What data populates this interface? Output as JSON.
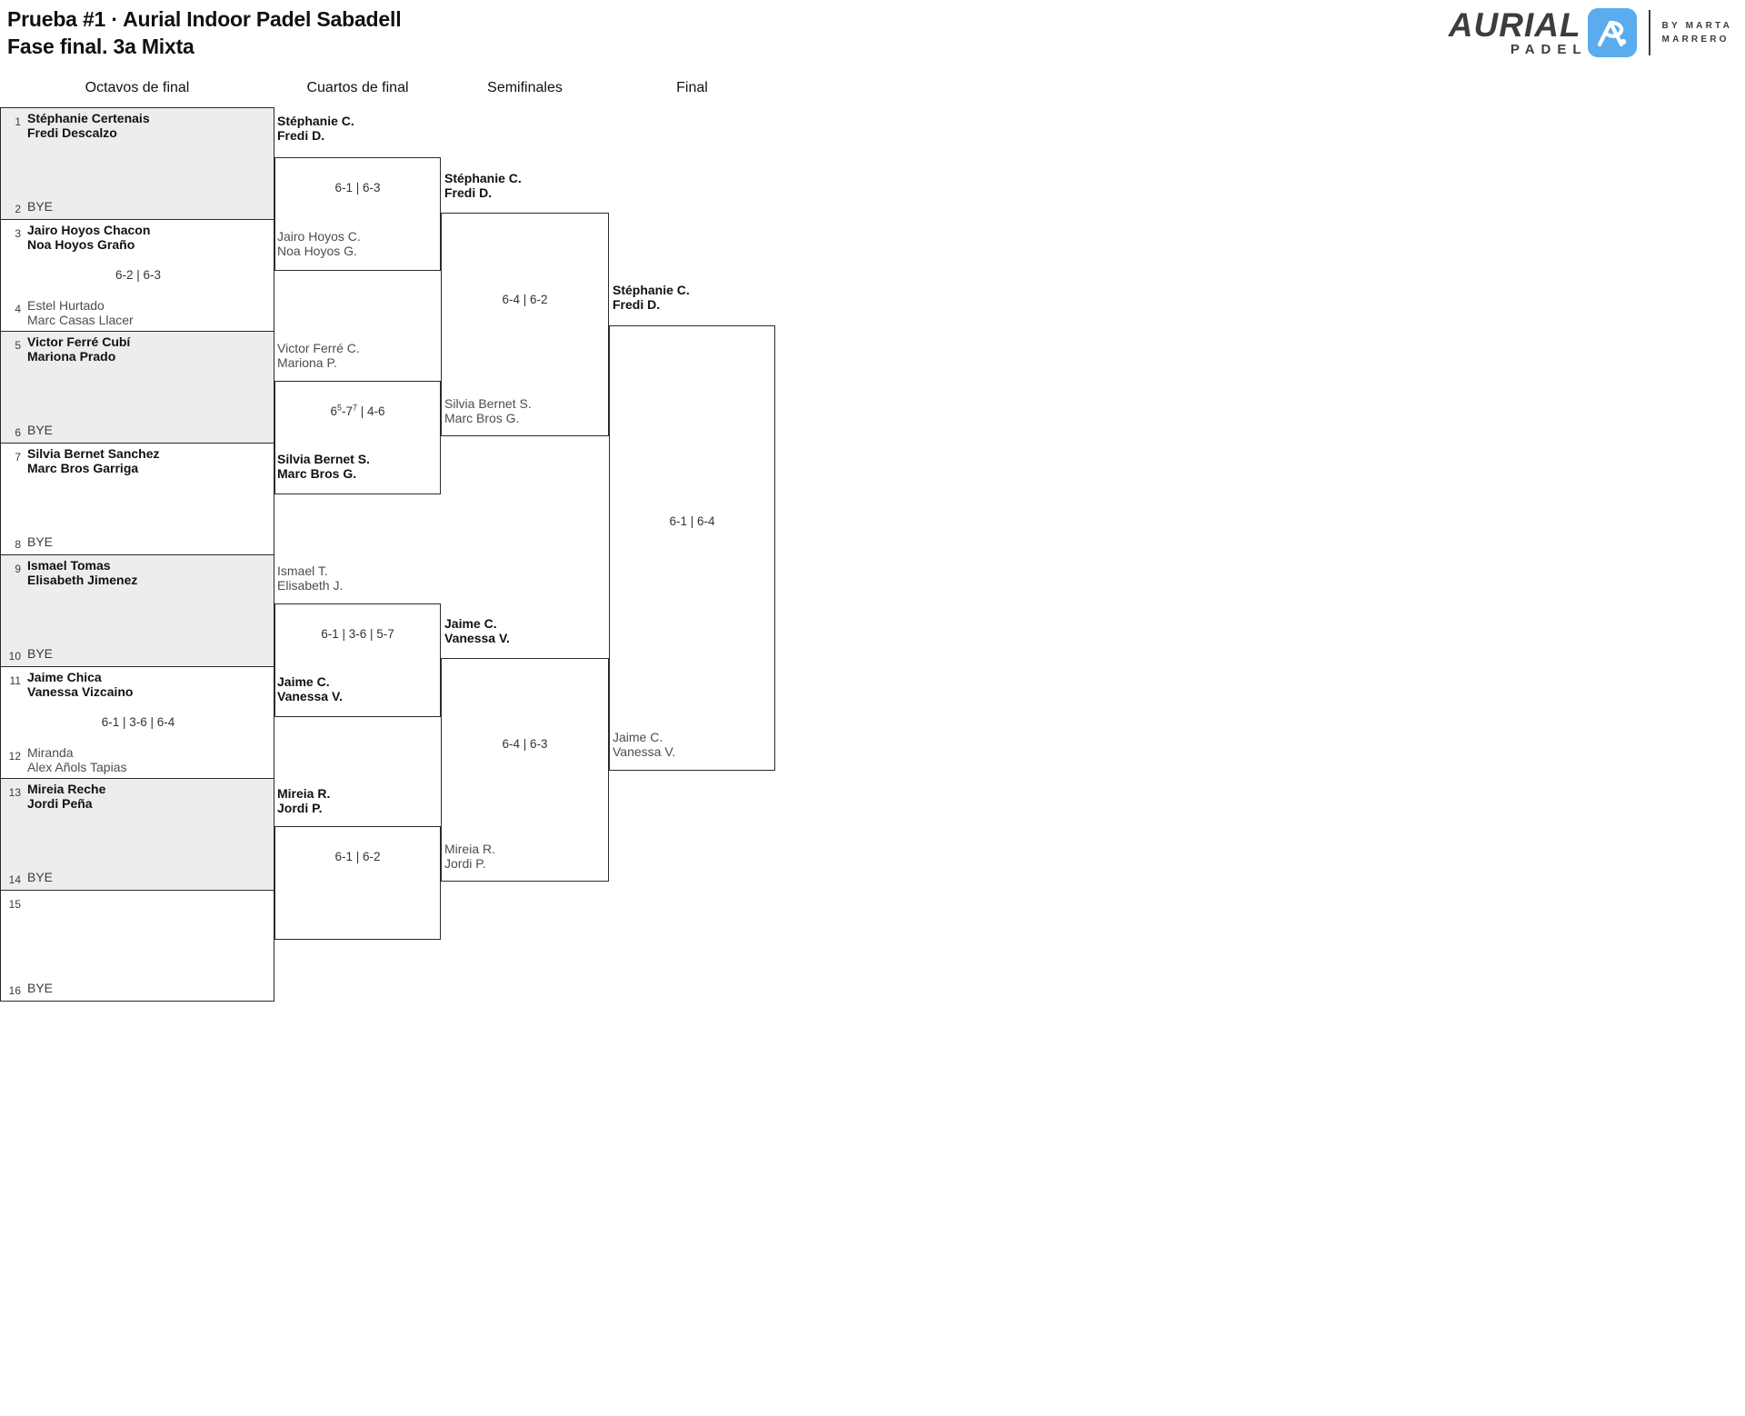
{
  "header": {
    "title_line1": "Prueba #1 · Aurial Indoor Padel Sabadell",
    "title_line2": "Fase final. 3a Mixta",
    "logo": {
      "brand": "AURIAL",
      "sub": "PADEL",
      "by_line1": "BY MARTA",
      "by_line2": "MARRERO",
      "mark_color": "#5aacef"
    }
  },
  "rounds": [
    {
      "label": "Octavos de final"
    },
    {
      "label": "Cuartos de final"
    },
    {
      "label": "Semifinales"
    },
    {
      "label": "Final"
    }
  ],
  "round1": {
    "matches": [
      {
        "shaded": true,
        "score": "",
        "top": {
          "seed": "1",
          "p1": "Stéphanie Certenais",
          "p2": "Fredi Descalzo",
          "winner": true
        },
        "bottom": {
          "seed": "2",
          "bye": "BYE"
        }
      },
      {
        "shaded": false,
        "score": "6-2 | 6-3",
        "top": {
          "seed": "3",
          "p1": "Jairo Hoyos Chacon",
          "p2": "Noa Hoyos Graño",
          "winner": true
        },
        "bottom": {
          "seed": "4",
          "p1": "Estel Hurtado",
          "p2": "Marc Casas Llacer",
          "winner": false
        }
      },
      {
        "shaded": true,
        "score": "",
        "top": {
          "seed": "5",
          "p1": "Victor Ferré Cubí",
          "p2": "Mariona Prado",
          "winner": true
        },
        "bottom": {
          "seed": "6",
          "bye": "BYE"
        }
      },
      {
        "shaded": false,
        "score": "",
        "top": {
          "seed": "7",
          "p1": "Silvia Bernet Sanchez",
          "p2": "Marc Bros Garriga",
          "winner": true
        },
        "bottom": {
          "seed": "8",
          "bye": "BYE"
        }
      },
      {
        "shaded": true,
        "score": "",
        "top": {
          "seed": "9",
          "p1": "Ismael Tomas",
          "p2": "Elisabeth Jimenez",
          "winner": true
        },
        "bottom": {
          "seed": "10",
          "bye": "BYE"
        }
      },
      {
        "shaded": false,
        "score": "6-1 | 3-6 | 6-4",
        "top": {
          "seed": "11",
          "p1": "Jaime Chica",
          "p2": "Vanessa Vizcaino",
          "winner": true
        },
        "bottom": {
          "seed": "12",
          "p1": "Miranda",
          "p2": "Alex Añols Tapias",
          "winner": false
        }
      },
      {
        "shaded": true,
        "score": "",
        "top": {
          "seed": "13",
          "p1": "Mireia Reche",
          "p2": "Jordi Peña",
          "winner": true
        },
        "bottom": {
          "seed": "14",
          "bye": "BYE"
        }
      },
      {
        "shaded": false,
        "score": "",
        "top": {
          "seed": "15",
          "p1": "",
          "p2": "",
          "winner": false
        },
        "bottom": {
          "seed": "16",
          "bye": "BYE"
        }
      }
    ]
  },
  "round2": {
    "matches": [
      {
        "score": "6-1 | 6-3",
        "top": {
          "p1": "Stéphanie C.",
          "p2": "Fredi D.",
          "winner": true
        },
        "bottom": {
          "p1": "Jairo Hoyos C.",
          "p2": "Noa Hoyos G.",
          "winner": false
        }
      },
      {
        "score": "6⁵-7⁷ | 4-6",
        "score_parts": [
          {
            "t": "6"
          },
          {
            "t": "5",
            "sup": true
          },
          {
            "t": "-7"
          },
          {
            "t": "7",
            "sup": true
          },
          {
            "t": " | 4-6"
          }
        ],
        "top": {
          "p1": "Victor Ferré C.",
          "p2": "Mariona P.",
          "winner": false
        },
        "bottom": {
          "p1": "Silvia Bernet S.",
          "p2": "Marc Bros G.",
          "winner": true
        }
      },
      {
        "score": "6-1 | 3-6 | 5-7",
        "top": {
          "p1": "Ismael T.",
          "p2": "Elisabeth J.",
          "winner": false
        },
        "bottom": {
          "p1": "Jaime C.",
          "p2": "Vanessa V.",
          "winner": true
        }
      },
      {
        "score": "6-1 | 6-2",
        "top": {
          "p1": "Mireia R.",
          "p2": "Jordi P.",
          "winner": true
        },
        "bottom": {
          "p1": "",
          "p2": "",
          "winner": false
        }
      }
    ]
  },
  "round3": {
    "matches": [
      {
        "score": "6-4 | 6-2",
        "top": {
          "p1": "Stéphanie C.",
          "p2": "Fredi D.",
          "winner": true
        },
        "bottom": {
          "p1": "Silvia Bernet S.",
          "p2": "Marc Bros G.",
          "winner": false
        }
      },
      {
        "score": "6-4 | 6-3",
        "top": {
          "p1": "Jaime C.",
          "p2": "Vanessa V.",
          "winner": true
        },
        "bottom": {
          "p1": "Mireia R.",
          "p2": "Jordi P.",
          "winner": false
        }
      }
    ]
  },
  "round4": {
    "score": "6-1 | 6-4",
    "top": {
      "p1": "Stéphanie C.",
      "p2": "Fredi D.",
      "winner": true
    },
    "bottom": {
      "p1": "Jaime C.",
      "p2": "Vanessa V.",
      "winner": false
    }
  }
}
